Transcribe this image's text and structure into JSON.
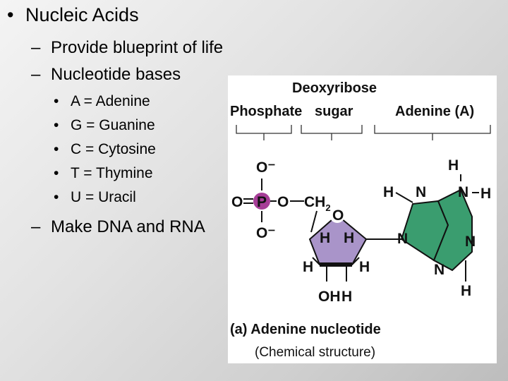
{
  "slide": {
    "title": "Nucleic Acids",
    "bullet_symbol": "•",
    "dash_symbol": "–",
    "points": [
      "Provide blueprint of life",
      "Nucleotide bases"
    ],
    "bases": [
      "A = Adenine",
      "G = Guanine",
      "C = Cytosine",
      "T = Thymine",
      "U = Uracil"
    ],
    "last_point": "Make DNA and RNA"
  },
  "figure": {
    "label_deoxyribose": "Deoxyribose",
    "label_phosphate": "Phosphate",
    "label_sugar": "sugar",
    "label_adenine": "Adenine (A)",
    "caption_prefix": "(a)",
    "caption_title": "Adenine nucleotide",
    "caption_sub": "(Chemical structure)",
    "colors": {
      "phosphate": "#a63d97",
      "sugar": "#a994c9",
      "adenine": "#3a9d6f"
    }
  }
}
